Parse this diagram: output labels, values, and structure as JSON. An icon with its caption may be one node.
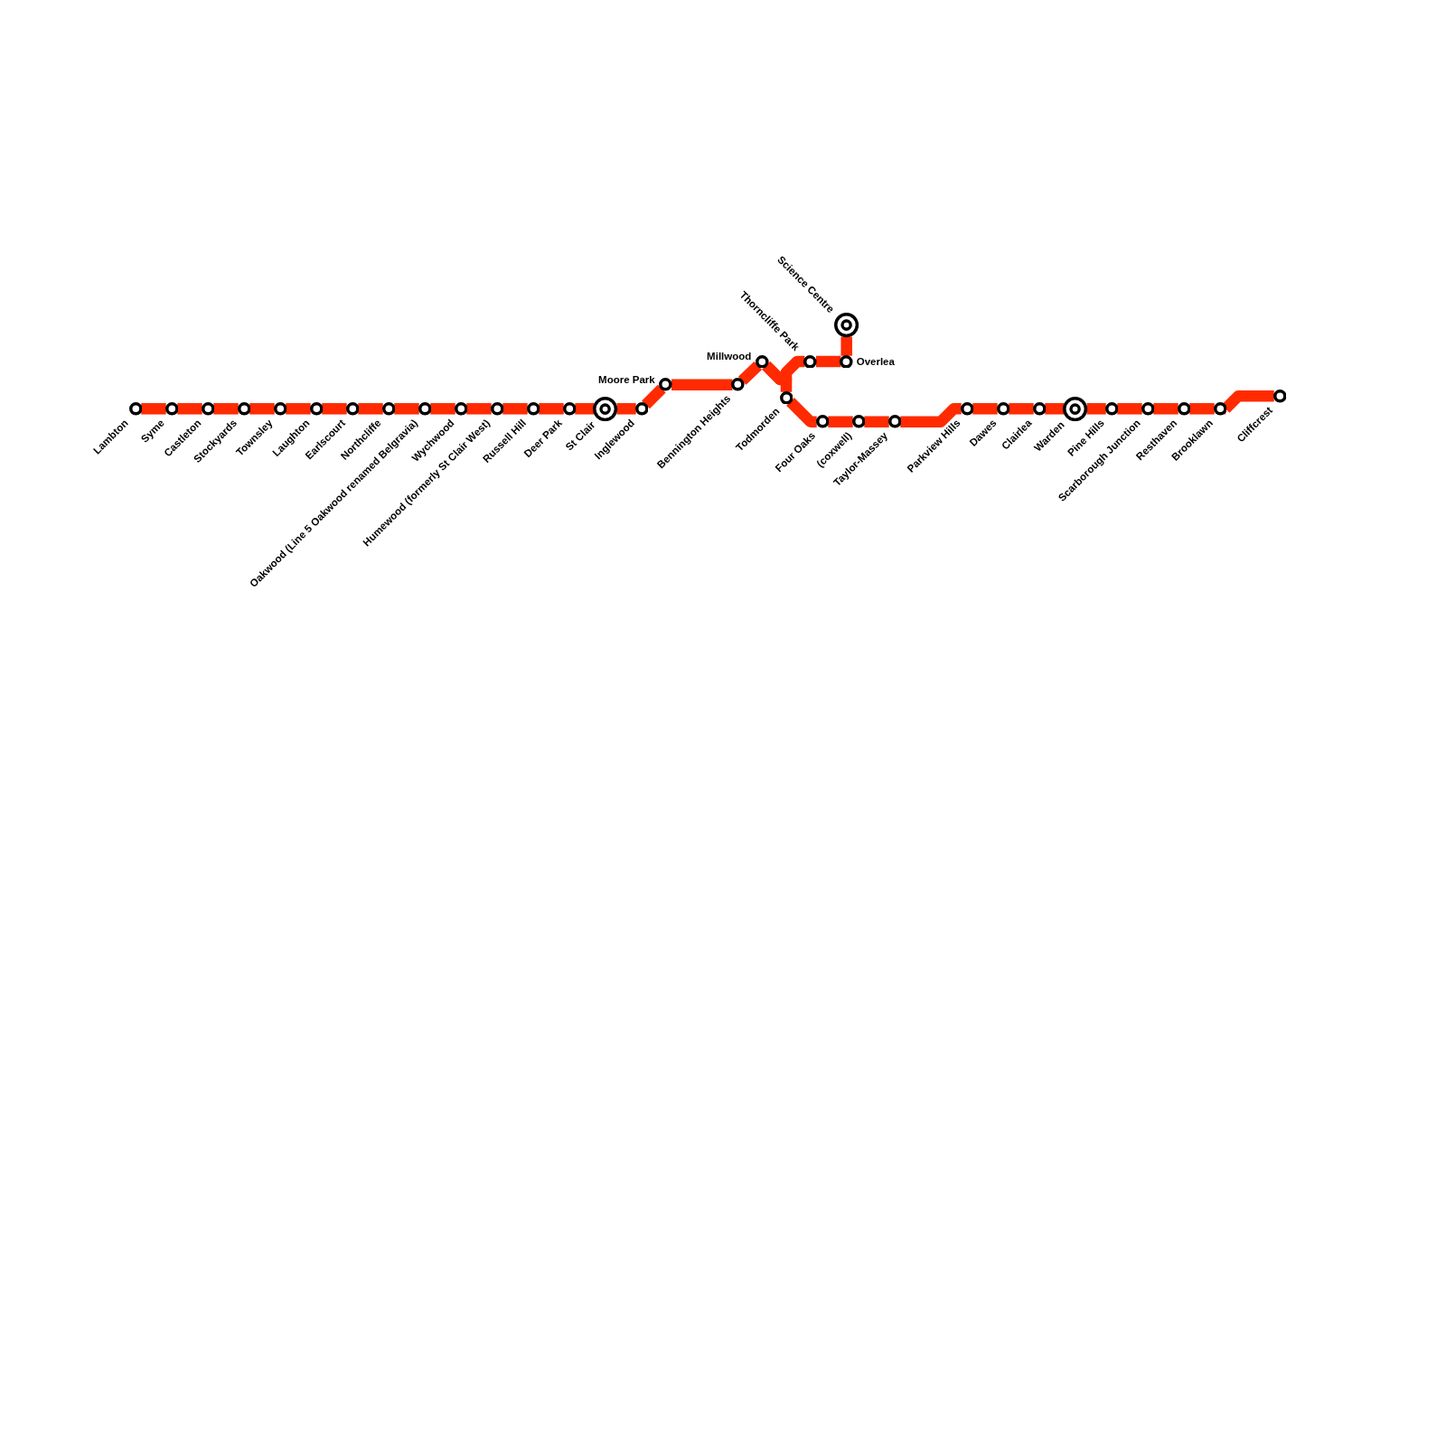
{
  "diagram": {
    "nodes": [
      {
        "text": [
          "Lambton"
        ]
      },
      {
        "text": [
          "Syme"
        ]
      },
      {
        "text": [
          "Castleton"
        ]
      },
      {
        "text": [
          "Stockyards"
        ]
      },
      {
        "text": [
          "Townsley"
        ]
      },
      {
        "text": [
          "Laughton"
        ]
      },
      {
        "text": [
          "Earlscourt"
        ]
      },
      {
        "text": [
          "Northcliffe"
        ]
      },
      {
        "text": [
          "Oakwood (Line 5 Oakwood renamed Belgravia)"
        ]
      },
      {
        "text": [
          "Wychwood"
        ]
      },
      {
        "text": [
          "Humewood (formerly St Clair West)"
        ]
      },
      {
        "text": [
          "Russell Hill"
        ]
      },
      {
        "text": [
          "Deer Park"
        ]
      },
      {
        "text": [
          "St Clair"
        ]
      },
      {
        "text": [
          "Inglewood"
        ]
      },
      {
        "text": [
          "Moore Park"
        ]
      },
      {
        "text": [
          "Bennington Heights"
        ]
      },
      {
        "text": [
          "Millwood"
        ]
      },
      {
        "text": [
          "Todmorden"
        ]
      },
      {
        "text": [
          "Four Oaks"
        ]
      },
      {
        "text": [
          "(coxwell)"
        ]
      },
      {
        "text": [
          "Taylor-Massey"
        ]
      },
      {
        "text": [
          "Parkview Hills"
        ]
      },
      {
        "text": [
          "Dawes"
        ]
      },
      {
        "text": [
          "Clairlea"
        ]
      },
      {
        "text": [
          "Warden"
        ]
      },
      {
        "text": [
          "Pine Hills"
        ]
      },
      {
        "text": [
          "Scarborough Junction"
        ]
      },
      {
        "text": [
          "Resthaven"
        ]
      },
      {
        "text": [
          "Brooklawn"
        ]
      },
      {
        "text": [
          "Cliffcrest"
        ]
      },
      {
        "text": [
          "Thorncliffe Park"
        ]
      },
      {
        "text": [
          "Overlea"
        ]
      },
      {
        "text": [
          "Science Centre"
        ]
      }
    ],
    "edges": [
      {
        "from": 0,
        "to": 1,
        "arrow": "none"
      },
      {
        "from": 1,
        "to": 2,
        "arrow": "none"
      },
      {
        "from": 2,
        "to": 3,
        "arrow": "none"
      },
      {
        "from": 3,
        "to": 4,
        "arrow": "none"
      },
      {
        "from": 4,
        "to": 5,
        "arrow": "none"
      },
      {
        "from": 5,
        "to": 6,
        "arrow": "none"
      },
      {
        "from": 6,
        "to": 7,
        "arrow": "none"
      },
      {
        "from": 7,
        "to": 8,
        "arrow": "none"
      },
      {
        "from": 8,
        "to": 9,
        "arrow": "none"
      },
      {
        "from": 9,
        "to": 10,
        "arrow": "none"
      },
      {
        "from": 10,
        "to": 11,
        "arrow": "none"
      },
      {
        "from": 11,
        "to": 12,
        "arrow": "none"
      },
      {
        "from": 12,
        "to": 13,
        "arrow": "none"
      },
      {
        "from": 13,
        "to": 14,
        "arrow": "none"
      },
      {
        "from": 14,
        "to": 15,
        "arrow": "none"
      },
      {
        "from": 15,
        "to": 16,
        "arrow": "none"
      },
      {
        "from": 16,
        "to": 17,
        "arrow": "none"
      },
      {
        "from": 17,
        "to": 18,
        "arrow": "none"
      },
      {
        "from": 18,
        "to": 19,
        "arrow": "none"
      },
      {
        "from": 19,
        "to": 20,
        "arrow": "none"
      },
      {
        "from": 20,
        "to": 21,
        "arrow": "none"
      },
      {
        "from": 21,
        "to": 22,
        "arrow": "none"
      },
      {
        "from": 22,
        "to": 23,
        "arrow": "none"
      },
      {
        "from": 23,
        "to": 24,
        "arrow": "none"
      },
      {
        "from": 24,
        "to": 25,
        "arrow": "none"
      },
      {
        "from": 25,
        "to": 26,
        "arrow": "none"
      },
      {
        "from": 26,
        "to": 27,
        "arrow": "none"
      },
      {
        "from": 27,
        "to": 28,
        "arrow": "none"
      },
      {
        "from": 28,
        "to": 29,
        "arrow": "none"
      },
      {
        "from": 29,
        "to": 30,
        "arrow": "none"
      },
      {
        "from": 17,
        "to": 31,
        "arrow": "none"
      },
      {
        "from": 31,
        "to": 32,
        "arrow": "none"
      },
      {
        "from": 32,
        "to": 33,
        "arrow": "none"
      }
    ]
  }
}
